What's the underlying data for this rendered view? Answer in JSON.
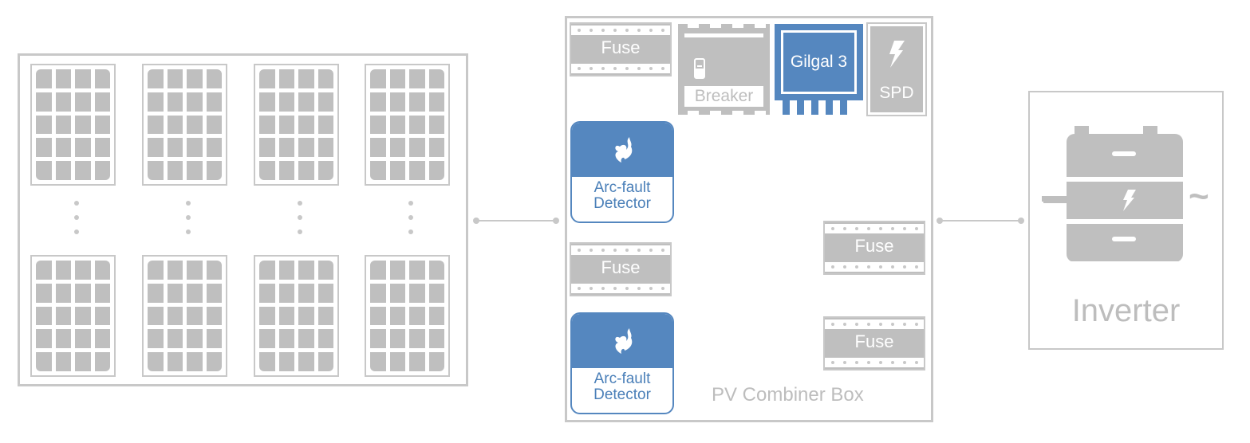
{
  "diagram": {
    "solar_array": {
      "panel_rows": 2,
      "panels_per_row": 4,
      "cell_grid": {
        "columns": 4,
        "rows": 5
      },
      "continuation_marker": "vertical-ellipsis"
    },
    "combiner": {
      "label": "PV Combiner Box",
      "components": {
        "fuse_top": "Fuse",
        "breaker": "Breaker",
        "gilgal": "Gilgal 3",
        "spd": "SPD",
        "afd_1": "Arc-fault Detector",
        "afd_2": "Arc-fault Detector",
        "fuse_left": "Fuse",
        "fuse_right_1": "Fuse",
        "fuse_right_2": "Fuse"
      }
    },
    "inverter": {
      "label": "Inverter",
      "dc_symbol": "—",
      "ac_symbol": "~"
    },
    "colors": {
      "accent_blue": "#5587bf",
      "component_gray": "#bfbfbf",
      "border_gray": "#c8c8c8",
      "label_gray": "#bdbdbd"
    }
  }
}
